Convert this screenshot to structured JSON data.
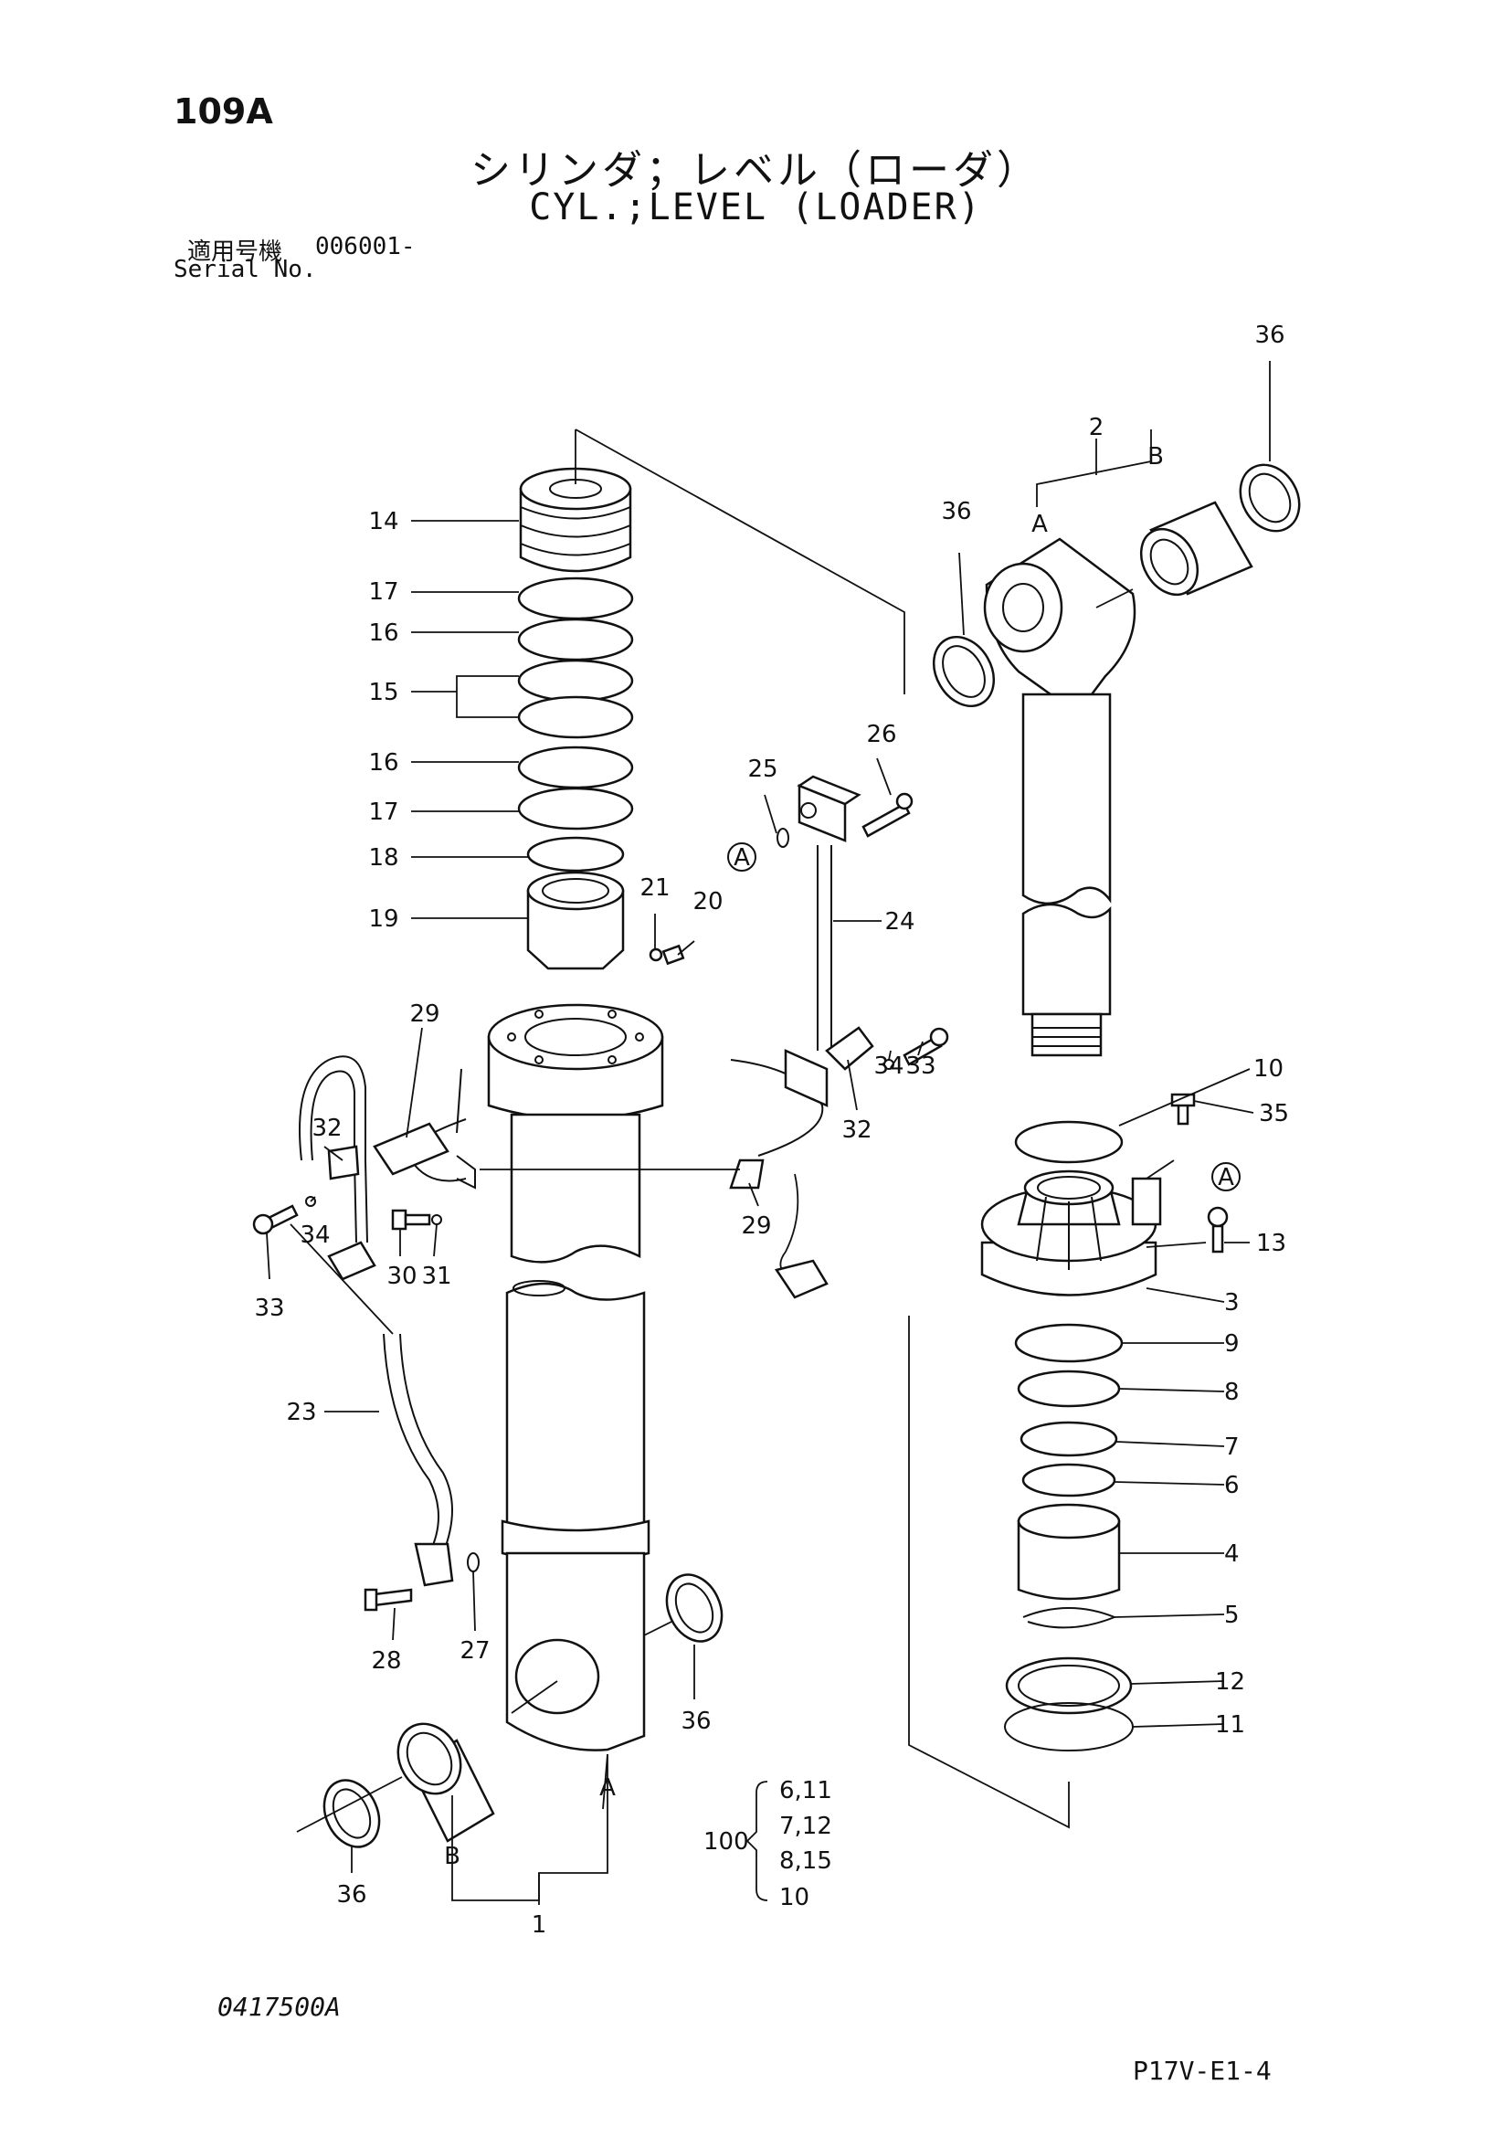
{
  "header": {
    "page_no": "109A",
    "title_jp": "シリンダ；レベル（ローダ）",
    "title_en": "CYL.;LEVEL (LOADER)",
    "serial_label_jp": "適用号機",
    "serial_value": "006001-",
    "serial_label_en": "Serial No."
  },
  "footer": {
    "drawing_no": "0417500A",
    "sheet_no": "P17V-E1-4"
  },
  "callouts": {
    "c14": "14",
    "c17a": "17",
    "c16a": "16",
    "c15": "15",
    "c16b": "16",
    "c17b": "17",
    "c18": "18",
    "c19": "19",
    "c21": "21",
    "c20": "20",
    "c25": "25",
    "c26": "26",
    "c24": "24",
    "c29a": "29",
    "c32a": "32",
    "c34a": "34",
    "c33a": "33",
    "c30": "30",
    "c31": "31",
    "c23": "23",
    "c28": "28",
    "c27": "27",
    "c36a": "36",
    "c36b": "36",
    "c1": "1",
    "cA1": "A",
    "cB1": "B",
    "c33b": "33",
    "c34b": "34",
    "c32b": "32",
    "c29b": "29",
    "c36c": "36",
    "c36d": "36",
    "c2": "2",
    "cA2": "A",
    "cB2": "B",
    "c10": "10",
    "c35": "35",
    "c13": "13",
    "c3": "3",
    "c9": "9",
    "c8": "8",
    "c7": "7",
    "c6": "6",
    "c4": "4",
    "c5": "5",
    "c12": "12",
    "c11": "11",
    "circleA1": "A",
    "circleA2": "A"
  },
  "kit": {
    "number": "100",
    "items": [
      "6,11",
      "7,12",
      "8,15",
      "10"
    ]
  }
}
